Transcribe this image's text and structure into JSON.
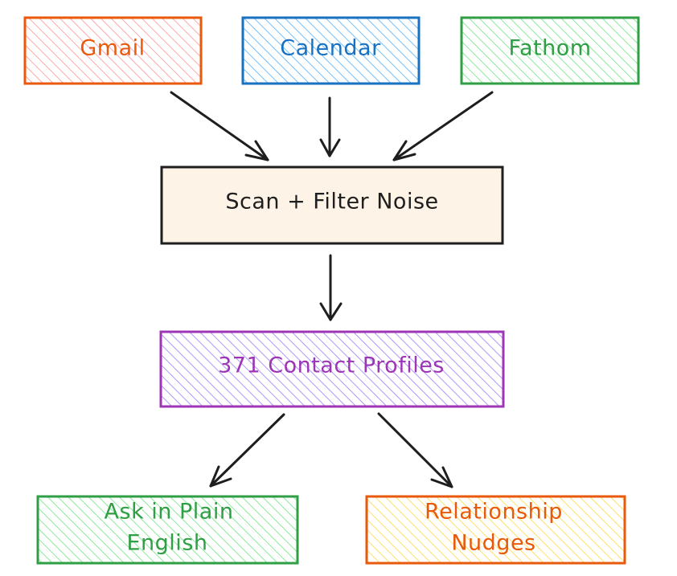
{
  "diagram": {
    "nodes": {
      "gmail": {
        "label": "Gmail",
        "stroke": "#e8590c",
        "fill": "#ffc9c9",
        "text_color": "#e8590c"
      },
      "calendar": {
        "label": "Calendar",
        "stroke": "#1971c2",
        "fill": "#a5d8ff",
        "text_color": "#1971c2"
      },
      "fathom": {
        "label": "Fathom",
        "stroke": "#2f9e44",
        "fill": "#b2f2bb",
        "text_color": "#2f9e44"
      },
      "scan": {
        "label": "Scan + Filter Noise",
        "stroke": "#1e1e1e",
        "fill": "#fdf3e6",
        "text_color": "#1e1e1e"
      },
      "profiles": {
        "label": "371 Contact Profiles",
        "stroke": "#9c36b5",
        "fill": "#d0bfff",
        "text_color": "#9c36b5"
      },
      "ask": {
        "label_line1": "Ask in Plain",
        "label_line2": "English",
        "stroke": "#2f9e44",
        "fill": "#b2f2bb",
        "text_color": "#2f9e44"
      },
      "nudges": {
        "label_line1": "Relationship",
        "label_line2": "Nudges",
        "stroke": "#e8590c",
        "fill": "#ffec99",
        "text_color": "#e8590c"
      }
    },
    "edges": [
      {
        "from": "gmail",
        "to": "scan"
      },
      {
        "from": "calendar",
        "to": "scan"
      },
      {
        "from": "fathom",
        "to": "scan"
      },
      {
        "from": "scan",
        "to": "profiles"
      },
      {
        "from": "profiles",
        "to": "ask"
      },
      {
        "from": "profiles",
        "to": "nudges"
      }
    ]
  }
}
